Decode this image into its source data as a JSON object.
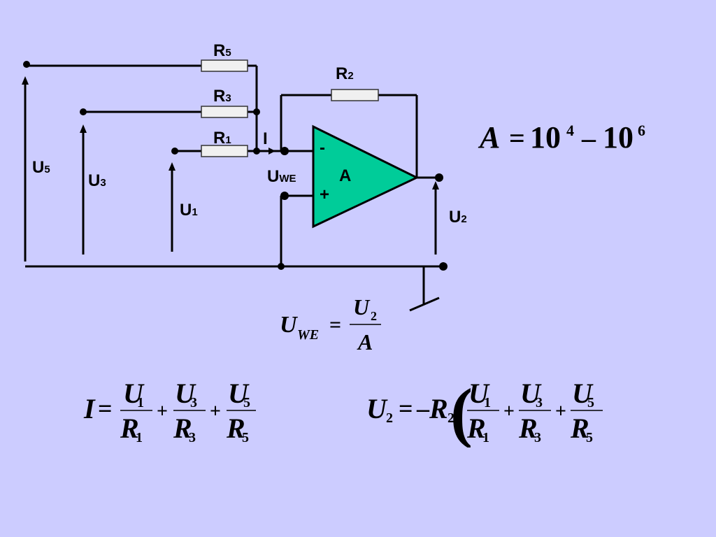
{
  "diagram": {
    "resistors": {
      "r5": {
        "letter": "R",
        "sub": "5"
      },
      "r3": {
        "letter": "R",
        "sub": "3"
      },
      "r1": {
        "letter": "R",
        "sub": "1"
      },
      "r2": {
        "letter": "R",
        "sub": "2"
      }
    },
    "voltages": {
      "u5": {
        "letter": "U",
        "sub": "5"
      },
      "u3": {
        "letter": "U",
        "sub": "3"
      },
      "u1": {
        "letter": "U",
        "sub": "1"
      },
      "u2": {
        "letter": "U",
        "sub": "2"
      },
      "uwe": {
        "letter": "U",
        "sub": "WE"
      }
    },
    "current_label": "I",
    "opamp": {
      "label": "A",
      "minus": "-",
      "plus": "+",
      "fill": "#00cc99"
    },
    "gain_formula": {
      "A": "A",
      "eq": "=",
      "v1": "10",
      "e1": "4",
      "dash": "–",
      "v2": "10",
      "e2": "6"
    },
    "uwe_formula": {
      "U": "U",
      "sub": "WE",
      "eq": "=",
      "num": "U",
      "num_sub": "2",
      "den": "A"
    },
    "current_formula": {
      "I": "I",
      "eq": "=",
      "u": "U",
      "r": "R",
      "subs": [
        "1",
        "3",
        "5"
      ],
      "plus": "+"
    },
    "output_formula": {
      "U": "U",
      "sub": "2",
      "eq": "=",
      "minus": "–",
      "R": "R",
      "r_sub": "2",
      "u": "U",
      "r": "R",
      "subs": [
        "1",
        "3",
        "5"
      ],
      "plus": "+"
    }
  }
}
